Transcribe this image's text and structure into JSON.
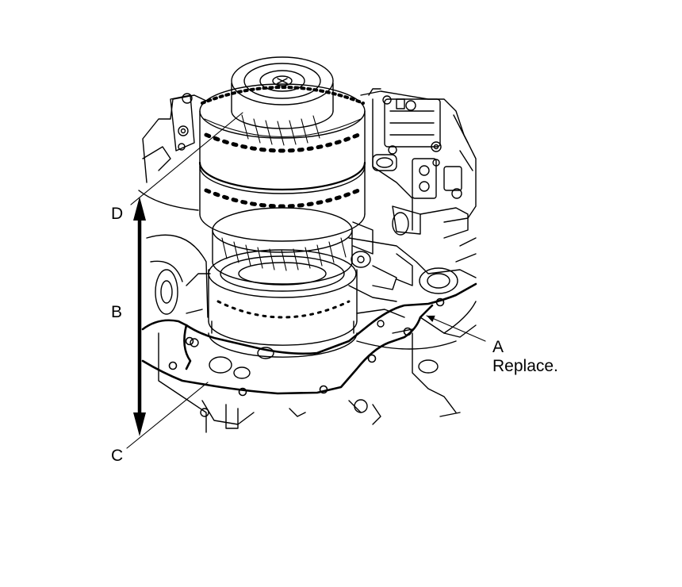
{
  "diagram": {
    "labels": {
      "a": "A",
      "a_note": "Replace.",
      "b": "B",
      "c": "C",
      "d": "D"
    },
    "colors": {
      "line": "#000000",
      "background": "#ffffff"
    }
  }
}
